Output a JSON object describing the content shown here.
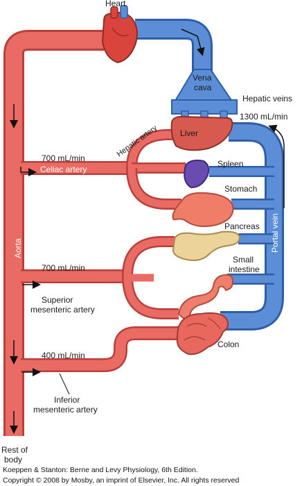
{
  "labels": {
    "heart": "Heart",
    "vena_cava_1": "Vena",
    "vena_cava_2": "cava",
    "hepatic_veins": "Hepatic veins",
    "hepatic_flow": "1300 mL/min",
    "hepatic_artery": "Hepatic artery",
    "liver": "Liver",
    "celiac_flow": "700 mL/min",
    "celiac_artery": "Celiac artery",
    "spleen": "Spleen",
    "stomach": "Stomach",
    "aorta": "Aorta",
    "pancreas": "Pancreas",
    "portal_vein": "Portal vein",
    "sma_flow": "700 mL/min",
    "small_intestine_1": "Small",
    "small_intestine_2": "intestine",
    "sma_1": "Superior",
    "sma_2": "mesenteric artery",
    "colon": "Colon",
    "ima_flow": "400 mL/min",
    "ima_1": "Inferior",
    "ima_2": "mesenteric artery",
    "rest_1": "Rest of",
    "rest_2": "body"
  },
  "caption": {
    "line1": "Koeppen & Stanton: Berne and Levy Physiology, 6th Edition.",
    "line2": "Copyright © 2008 by Mosby, an imprint of Elsevier, Inc. All rights reserved"
  },
  "colors": {
    "artery": "#ea6b63",
    "artery_edge": "#b8403b",
    "vein": "#5b8ed6",
    "vein_edge": "#2f5ea6",
    "heart": "#d9453c",
    "liver": "#d65a4f",
    "spleen": "#6a4bb0",
    "stomach": "#f07d67",
    "pancreas": "#ecd39a",
    "colon": "#e9685e"
  }
}
